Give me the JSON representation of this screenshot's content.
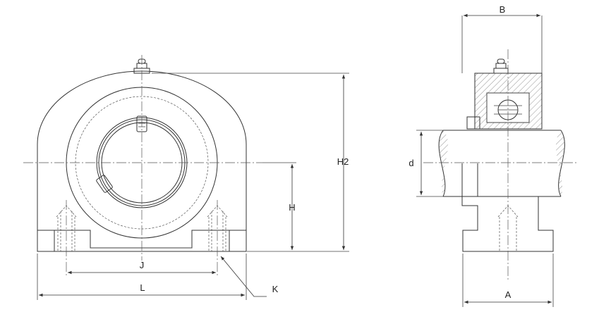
{
  "labels": {
    "b": "B",
    "h2": "H2",
    "h": "H",
    "d": "d",
    "j": "J",
    "l": "L",
    "k": "K",
    "a": "A"
  }
}
